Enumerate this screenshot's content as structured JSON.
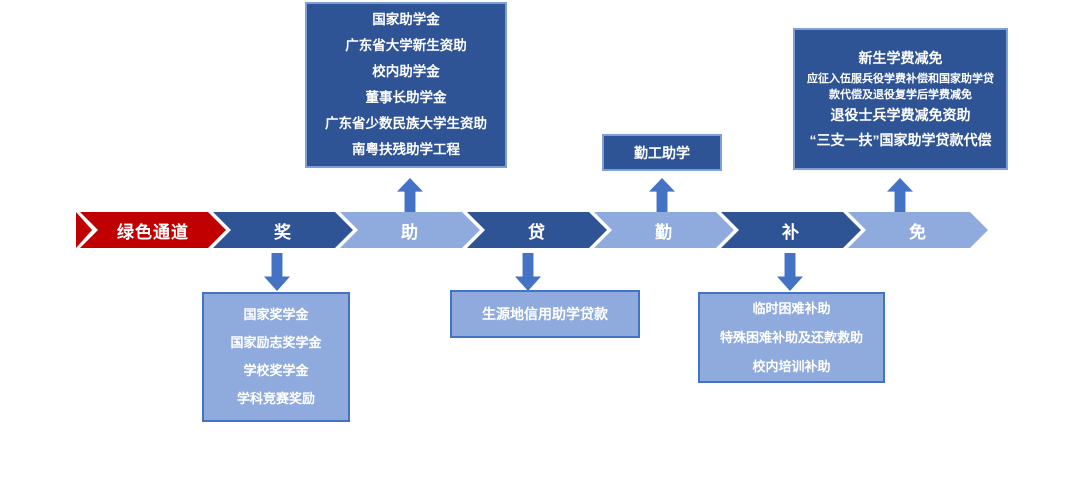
{
  "palette": {
    "red": "#C00000",
    "dark": "#2F5496",
    "light": "#8FAADC",
    "arrow": "#4472C4",
    "dark_border": "#7E9FD8",
    "light_border": "#4472C4",
    "text": "#FFFFFF"
  },
  "icons": {
    "up_arrow": "↑",
    "down_arrow": "↓"
  },
  "flow": {
    "segments": [
      {
        "label": "绿色通道",
        "color": "red"
      },
      {
        "label": "奖",
        "color": "dark"
      },
      {
        "label": "助",
        "color": "light"
      },
      {
        "label": "贷",
        "color": "dark"
      },
      {
        "label": "勤",
        "color": "light"
      },
      {
        "label": "补",
        "color": "dark"
      },
      {
        "label": "免",
        "color": "light"
      }
    ]
  },
  "boxes": {
    "assist": {
      "lines": [
        "国家助学金",
        "广东省大学新生资助",
        "校内助学金",
        "董事长助学金",
        "广东省少数民族大学生资助",
        "南粤扶残助学工程"
      ]
    },
    "exemption": {
      "lines": [
        "新生学费减免",
        "应征入伍服兵役学费补偿和国家助学贷款代偿及退役复学后学费减免",
        "退役士兵学费减免资助",
        "“三支一扶”国家助学贷款代偿"
      ]
    },
    "work": {
      "lines": [
        "勤工助学"
      ]
    },
    "award": {
      "lines": [
        "国家奖学金",
        "国家励志奖学金",
        "学校奖学金",
        "学科竞赛奖励"
      ]
    },
    "loan": {
      "lines": [
        "生源地信用助学贷款"
      ]
    },
    "subsidy": {
      "lines": [
        "临时困难补助",
        "特殊困难补助及还款救助",
        "校内培训补助"
      ]
    }
  }
}
